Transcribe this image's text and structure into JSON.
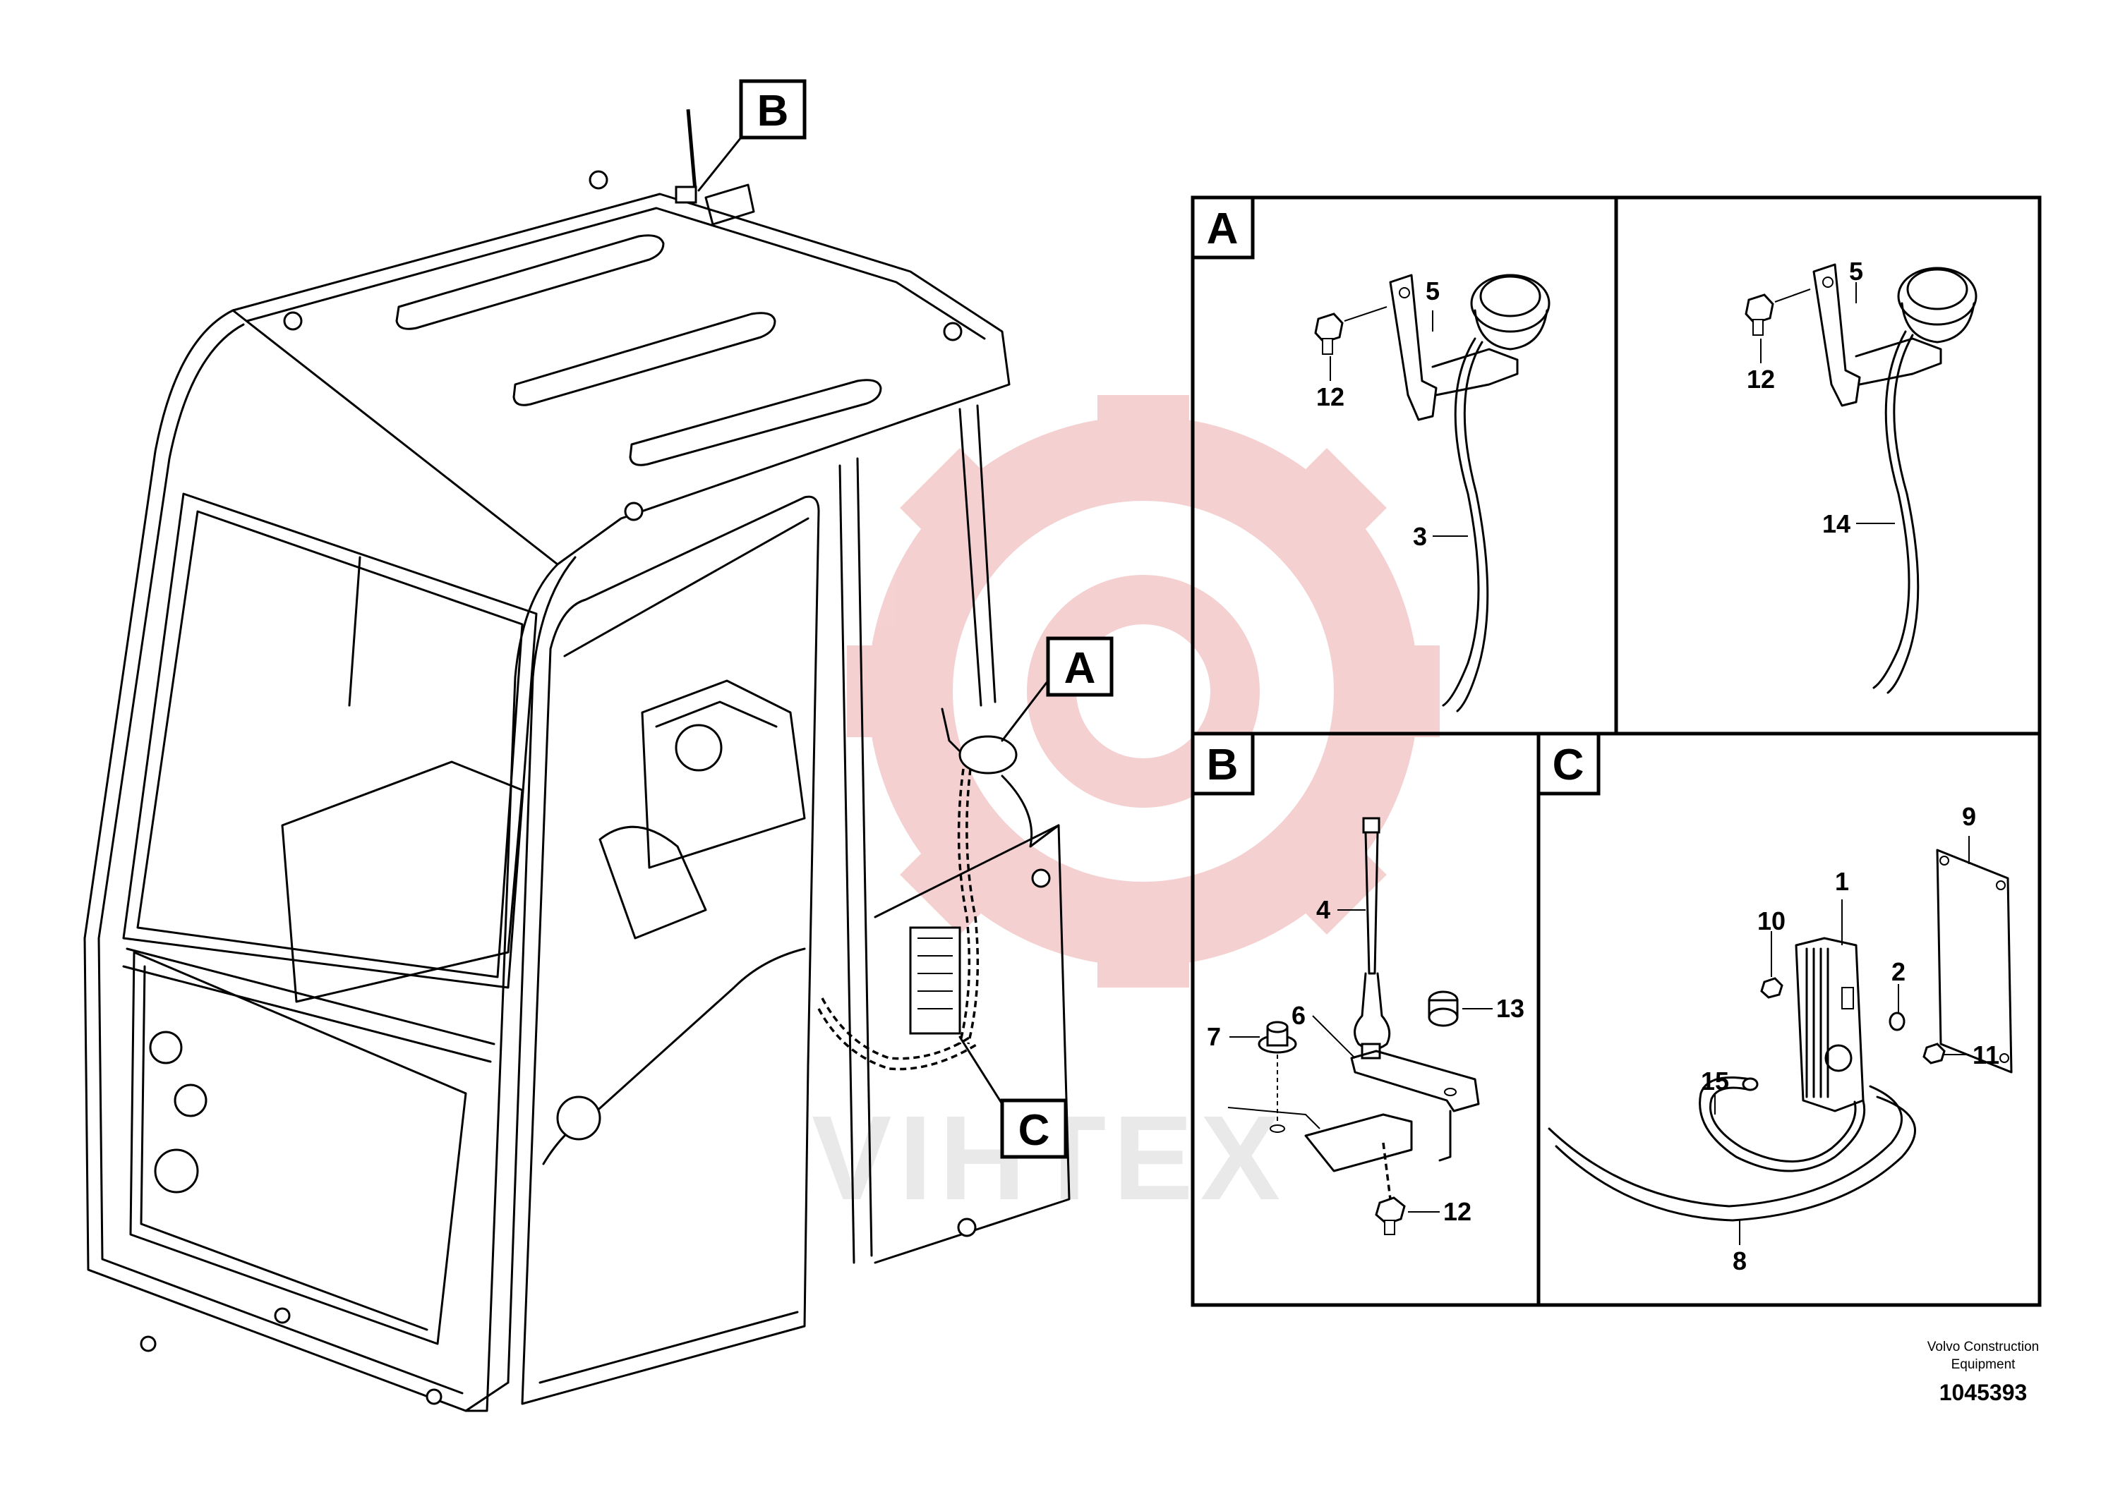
{
  "watermark": {
    "text": "VIHTEX",
    "color": "#e8a0a0"
  },
  "callouts": {
    "a": "A",
    "b": "B",
    "c": "C"
  },
  "panels": {
    "a": {
      "letter": "A",
      "labels": {
        "bracket": "5",
        "screw": "12",
        "cable": "3"
      }
    },
    "a2": {
      "labels": {
        "bracket": "5",
        "screw": "12",
        "cable": "14"
      }
    },
    "b": {
      "letter": "B",
      "labels": {
        "antenna": "4",
        "plate": "6",
        "base": "7",
        "nut": "13",
        "screw": "12"
      }
    },
    "c": {
      "letter": "C",
      "labels": {
        "unit": "1",
        "washer": "2",
        "screw_left": "10",
        "plate": "9",
        "screw_right": "11",
        "cable_a": "15",
        "cable_b": "8"
      }
    }
  },
  "footer": {
    "company_line1": "Volvo Construction",
    "company_line2": "Equipment",
    "doc_number": "1045393"
  }
}
